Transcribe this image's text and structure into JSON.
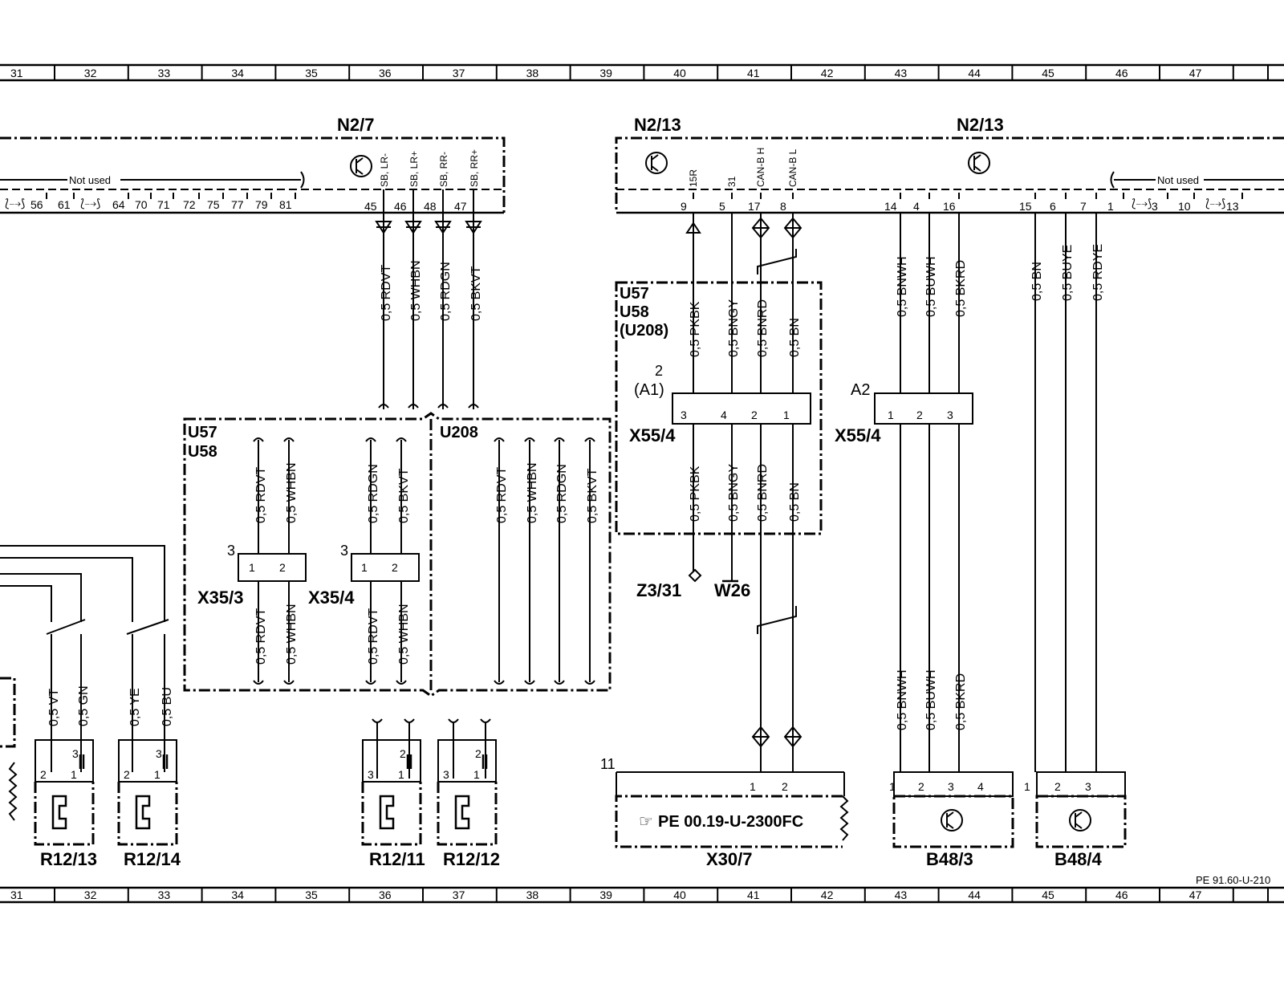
{
  "columns": [
    "31",
    "32",
    "33",
    "34",
    "35",
    "36",
    "37",
    "38",
    "39",
    "40",
    "41",
    "42",
    "43",
    "44",
    "45",
    "46",
    "47"
  ],
  "components": {
    "n27": {
      "name": "N2/7",
      "not_used": "Not used",
      "pins_left": [
        "56",
        "61",
        "64",
        "70",
        "71",
        "72",
        "75",
        "77",
        "79",
        "81"
      ],
      "pins": [
        "45",
        "46",
        "48",
        "47"
      ],
      "signals": [
        "SB, LR-",
        "SB, LR+",
        "SB, RR-",
        "SB, RR+"
      ],
      "wires": [
        "0,5 RDVT",
        "0,5 WHBN",
        "0,5 RDGN",
        "0,5 BKVT"
      ]
    },
    "n213_left": {
      "name": "N2/13",
      "pins": [
        "9",
        "5",
        "17",
        "8"
      ],
      "signals": [
        "15R",
        "31",
        "CAN-B H",
        "CAN-B L"
      ]
    },
    "n213_right": {
      "name": "N2/13",
      "not_used": "Not used",
      "pins": [
        "14",
        "4",
        "16",
        "15",
        "6",
        "7",
        "1",
        "3",
        "10",
        "13"
      ]
    },
    "u57_block": {
      "lines": [
        "U57",
        "U58",
        "(U208)"
      ],
      "a1": "(A1)",
      "a1_num": "2",
      "wires_top": [
        "0,5 PKBK",
        "0,5 BNGY",
        "0,5 BNRD",
        "0,5 BN"
      ],
      "pins": [
        "3",
        "4",
        "2",
        "1"
      ],
      "connector": "X55/4",
      "wires_bottom": [
        "0,5 PKBK",
        "0,5 BNGY",
        "0,5 BNRD",
        "0,5 BN"
      ]
    },
    "a2_block": {
      "a2": "A2",
      "pins": [
        "1",
        "2",
        "3"
      ],
      "connector": "X55/4",
      "wires_top": [
        "0,5 BNWH",
        "0,5 BUWH",
        "0,5 BKRD"
      ],
      "wires_bottom": [
        "0,5 BNWH",
        "0,5 BUWH",
        "0,5 BKRD"
      ]
    },
    "right_wires": [
      "0,5 BN",
      "0,5 BUYE",
      "0,5 RDYE"
    ],
    "u57_box": {
      "lines": [
        "U57",
        "U58"
      ],
      "wires": [
        "0,5 RDVT",
        "0,5 WHBN",
        "0,5 RDGN",
        "0,5 BKVT"
      ],
      "x353": "X35/3",
      "x354": "X35/4",
      "num": "3",
      "pins": [
        "1",
        "2"
      ],
      "wires_lower": [
        "0,5 RDVT",
        "0,5 WHBN",
        "0,5 RDVT",
        "0,5 WHBN"
      ]
    },
    "u208_box": {
      "name": "U208",
      "wires": [
        "0,5 RDVT",
        "0,5 WHBN",
        "0,5 RDGN",
        "0,5 BKVT"
      ]
    },
    "left_wires": [
      "0,5 VT",
      "0,5 GN",
      "0,5 YE",
      "0,5 BU"
    ],
    "z331": "Z3/31",
    "w26": "W26",
    "x307": {
      "name": "X30/7",
      "num": "11",
      "ref": "PE 00.19-U-2300FC",
      "pins": [
        "1",
        "2"
      ]
    },
    "b483": {
      "name": "B48/3",
      "pins": [
        "1",
        "2",
        "3",
        "4"
      ]
    },
    "b484": {
      "name": "B48/4",
      "pins": [
        "1",
        "2",
        "3"
      ]
    },
    "speakers": [
      {
        "name": "R12/13",
        "pins": [
          "2",
          "1",
          "3"
        ]
      },
      {
        "name": "R12/14",
        "pins": [
          "2",
          "1",
          "3"
        ]
      },
      {
        "name": "R12/11",
        "pins": [
          "3",
          "1",
          "2"
        ]
      },
      {
        "name": "R12/12",
        "pins": [
          "3",
          "1",
          "2"
        ]
      }
    ],
    "footer_ref": "PE 91.60-U-210"
  }
}
